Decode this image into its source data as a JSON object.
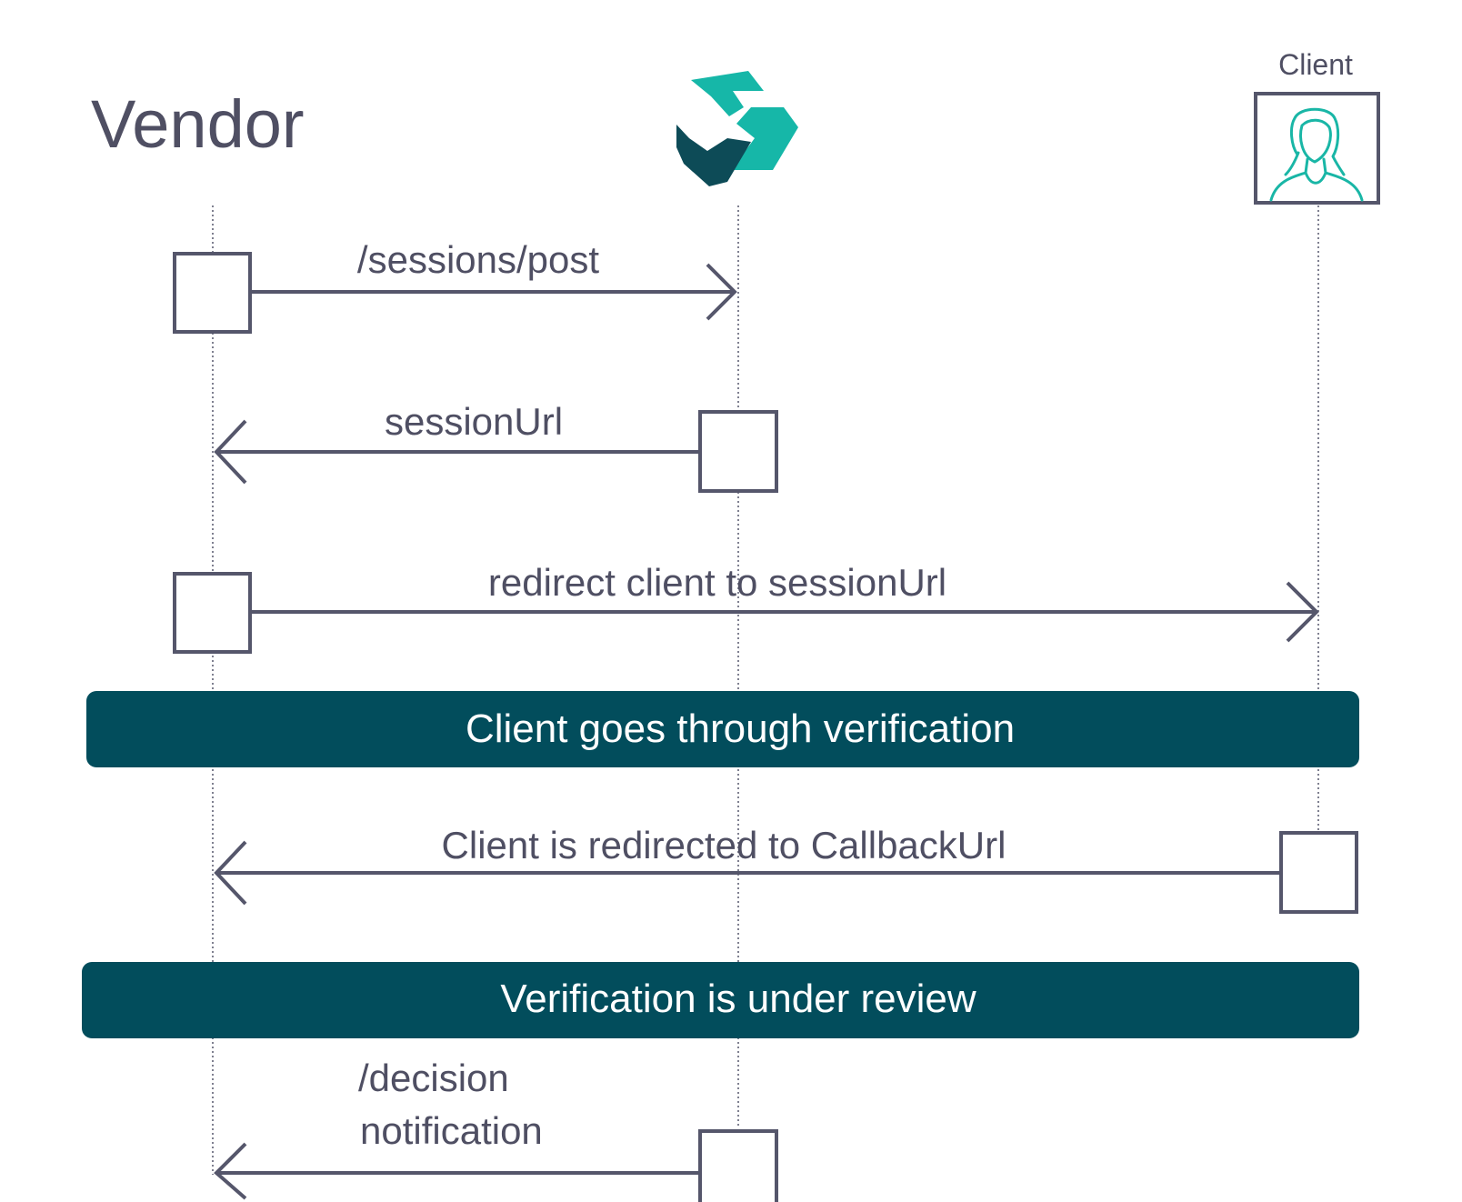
{
  "participants": {
    "vendor": {
      "label": "Vendor"
    },
    "service": {
      "icon": "veriff-logo-icon"
    },
    "client": {
      "label": "Client",
      "icon": "person-icon"
    }
  },
  "messages": [
    {
      "label": "/sessions/post",
      "from": "vendor",
      "to": "service"
    },
    {
      "label": "sessionUrl",
      "from": "service",
      "to": "vendor"
    },
    {
      "label": "redirect client to sessionUrl",
      "from": "vendor",
      "to": "client"
    },
    {
      "label": "Client is redirected to CallbackUrl",
      "from": "client",
      "to": "vendor"
    },
    {
      "label_line1": "/decision",
      "label_line2": "notification",
      "from": "service",
      "to": "vendor"
    }
  ],
  "banners": [
    {
      "label": "Client goes through verification"
    },
    {
      "label": "Verification is under review"
    }
  ],
  "colors": {
    "text": "#4f4f63",
    "lines": "#55566b",
    "banner": "#024d5c",
    "logo_teal": "#16b7a8",
    "logo_dark": "#0d4b57",
    "client_icon": "#19b6a6"
  }
}
